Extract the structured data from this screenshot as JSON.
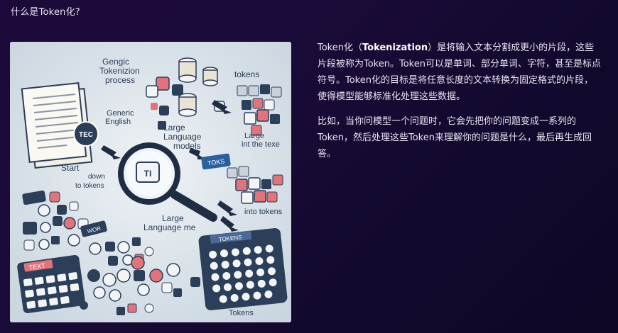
{
  "header": {
    "title": "什么是Token化?"
  },
  "illustration": {
    "labels": {
      "top_left_line1": "Gengic",
      "top_left_line2": "Tokenizion",
      "top_left_line3": "process",
      "generic_line1": "Generic",
      "generic_line2": "English",
      "tec_badge": "TEC",
      "large_line1": "Large",
      "large_line2": "Language",
      "large_line3": "models",
      "tokens_top": "tokens",
      "large_int_line1": "Large",
      "large_int_line2": "int the texe",
      "start": "Start",
      "down_line1": "down",
      "down_line2": "to tokens",
      "toks_tag": "TOKS",
      "magnifier_text": "TI",
      "into_tokens": "into tokens",
      "large_lang_line1": "Large",
      "large_lang_line2": "Language me",
      "text_tag": "TEXT",
      "tokens_bottom": "Tokens",
      "word_tag": "WOR",
      "tokens_kbd": "TOKENS"
    }
  },
  "description": {
    "p1_part1": "Token化（",
    "p1_bold": "Tokenization",
    "p1_part2": "）是将输入文本分割成更小的片段，这些片段被称为Token。Token可以是单词、部分单词、字符，甚至是标点符号。Token化的目标是将任意长度的文本转换为固定格式的片段，使得模型能够标准化处理这些数据。",
    "p2": "比如，当你问模型一个问题时，它会先把你的问题变成一系列的Token，然后处理这些Token来理解你的问题是什么，最后再生成回答。"
  },
  "colors": {
    "background": "#1a0b38",
    "illustration_bg": "#d9e2ea",
    "token_red": "#e0747a",
    "token_navy": "#2b3e5a",
    "token_light": "#f2f4f6"
  }
}
